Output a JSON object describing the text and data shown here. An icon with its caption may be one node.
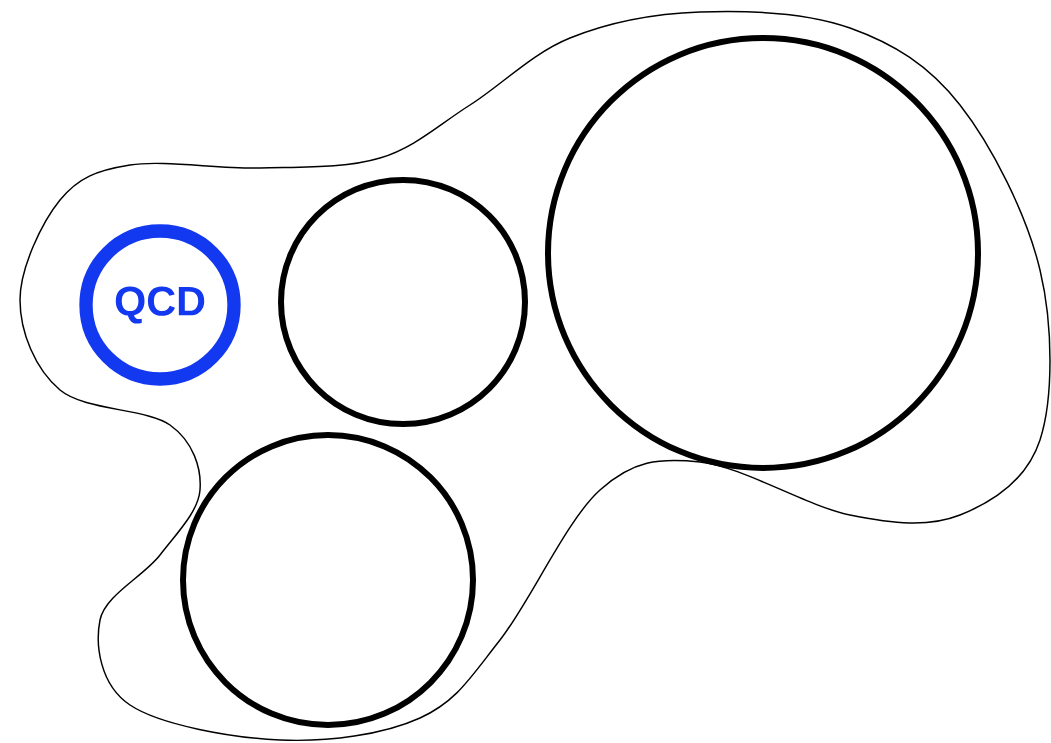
{
  "diagram": {
    "nodes": [
      {
        "text": [],
        "shape": "cloud"
      },
      {
        "text": [
          "QCD"
        ],
        "in": 0
      },
      {
        "text": [],
        "shape": "circle",
        "in": 0
      },
      {
        "text": [],
        "shape": "circle",
        "in": 0
      },
      {
        "text": [],
        "shape": "circle",
        "in": 0
      }
    ]
  }
}
